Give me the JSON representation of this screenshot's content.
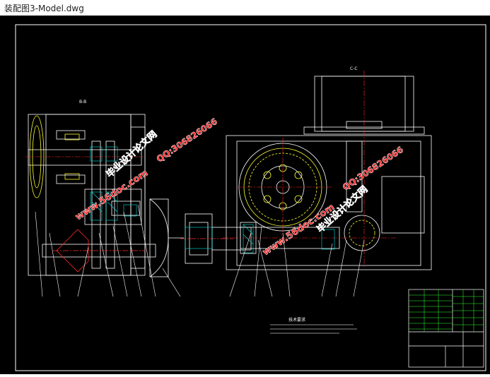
{
  "window": {
    "title": "装配图3-Model.dwg"
  },
  "drawing": {
    "view_label_left": "B-B",
    "view_label_right": "C-C",
    "tech_req_title": "技术要求",
    "watermarks": {
      "site": "www.56doc.com",
      "brand": "毕业设计论文网",
      "qq": "QQ:306826066"
    }
  },
  "colors": {
    "background": "#000000",
    "outline": "#ffffff",
    "center": "#ff2a2a",
    "gear": "#ffff33",
    "hatch": "#00e0e0",
    "dim": "#33ff33",
    "watermark": "#ff1a1a"
  }
}
